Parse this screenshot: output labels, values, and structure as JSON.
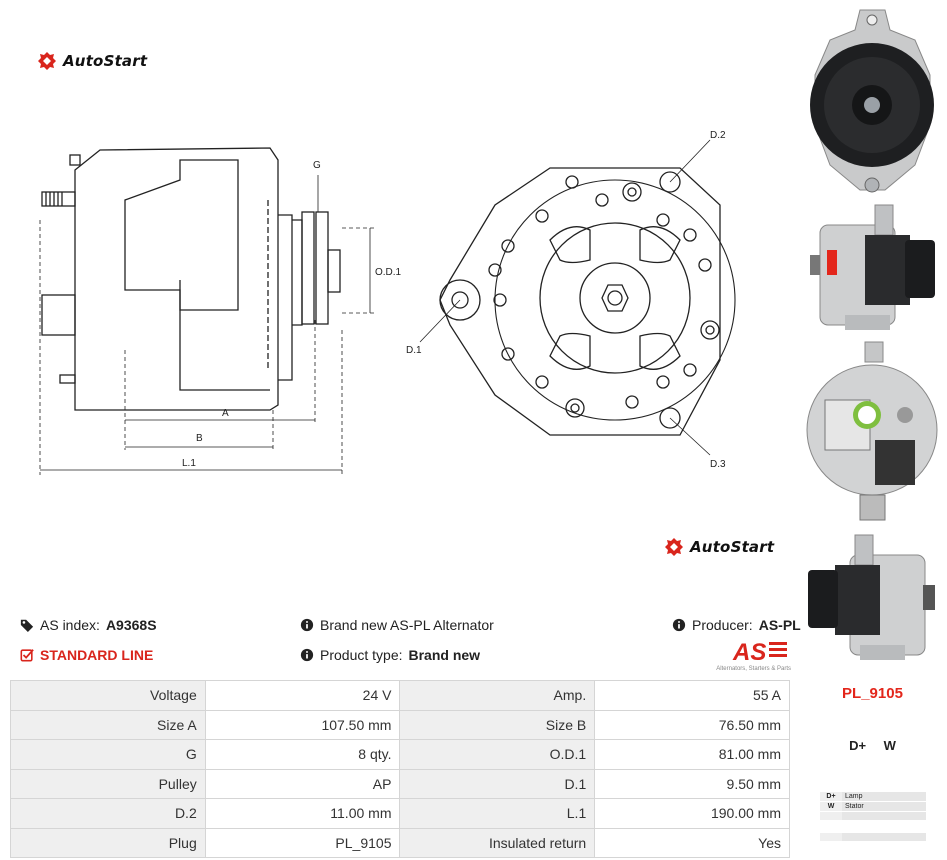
{
  "brand": {
    "name": "AutoStart"
  },
  "info": {
    "as_index_label": "AS index:",
    "as_index_value": "A9368S",
    "line": "STANDARD LINE",
    "description": "Brand new AS-PL Alternator",
    "product_type_label": "Product type:",
    "product_type_value": "Brand new",
    "producer_label": "Producer:",
    "producer_value": "AS-PL",
    "producer_logo_text": "AS",
    "producer_tagline": "Alternators, Starters & Parts"
  },
  "drawing_labels": {
    "g": "G",
    "od1": "O.D.1",
    "a": "A",
    "b": "B",
    "l1": "L.1",
    "d1": "D.1",
    "d2": "D.2",
    "d3": "D.3"
  },
  "specs": [
    {
      "k1": "Voltage",
      "v1": "24 V",
      "k2": "Amp.",
      "v2": "55 A"
    },
    {
      "k1": "Size A",
      "v1": "107.50 mm",
      "k2": "Size B",
      "v2": "76.50 mm"
    },
    {
      "k1": "G",
      "v1": "8 qty.",
      "k2": "O.D.1",
      "v2": "81.00 mm"
    },
    {
      "k1": "Pulley",
      "v1": "AP",
      "k2": "D.1",
      "v2": "9.50 mm"
    },
    {
      "k1": "D.2",
      "v1": "11.00 mm",
      "k2": "L.1",
      "v2": "190.00 mm"
    },
    {
      "k1": "Plug",
      "v1": "PL_9105",
      "k2": "Insulated return",
      "v2": "Yes"
    }
  ],
  "plug": {
    "code": "PL_9105",
    "pins": "D+ W",
    "legend": [
      {
        "pin": "D+",
        "desc": "Lamp"
      },
      {
        "pin": "W",
        "desc": "Stator"
      }
    ]
  },
  "colors": {
    "accent_red": "#d9251c",
    "table_key_bg": "#efefef",
    "border": "#d5d5d5"
  },
  "icons": [
    "autostart-logo-icon",
    "tag-icon",
    "checkbox-icon",
    "info-icon"
  ]
}
